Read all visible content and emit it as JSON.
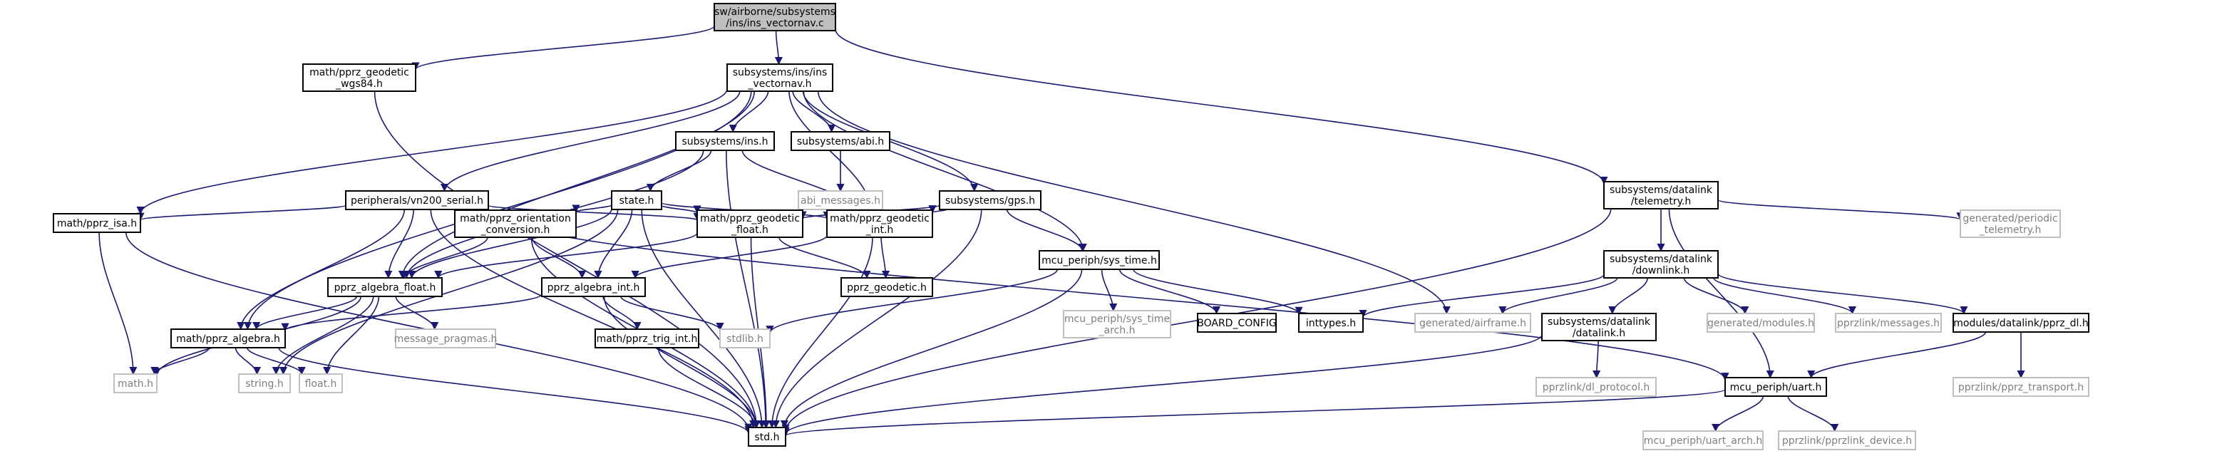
{
  "colors": {
    "edge": "#191970",
    "node_border": "#000000",
    "missing_border": "#bfbfbf",
    "missing_text": "#7f7f7f",
    "root_fill": "#bfbfbf",
    "node_fill": "#ffffff",
    "text": "#000000"
  },
  "nodes": [
    {
      "id": "ins_vectornav_c",
      "lines": [
        "sw/airborne/subsystems",
        "/ins/ins_vectornav.c"
      ],
      "kind": "root"
    },
    {
      "id": "pprz_geodetic_wgs84_h",
      "lines": [
        "math/pprz_geodetic",
        "_wgs84.h"
      ],
      "kind": "normal"
    },
    {
      "id": "ins_vectornav_h",
      "lines": [
        "subsystems/ins/ins",
        "_vectornav.h"
      ],
      "kind": "normal"
    },
    {
      "id": "datalink_telemetry_h",
      "lines": [
        "subsystems/datalink",
        "/telemetry.h"
      ],
      "kind": "normal"
    },
    {
      "id": "subsystems_ins_h",
      "lines": [
        "subsystems/ins.h"
      ],
      "kind": "normal"
    },
    {
      "id": "subsystems_abi_h",
      "lines": [
        "subsystems/abi.h"
      ],
      "kind": "normal"
    },
    {
      "id": "abi_messages_h",
      "lines": [
        "abi_messages.h"
      ],
      "kind": "missing"
    },
    {
      "id": "vn200_serial_h",
      "lines": [
        "peripherals/vn200_serial.h"
      ],
      "kind": "normal"
    },
    {
      "id": "state_h",
      "lines": [
        "state.h"
      ],
      "kind": "normal"
    },
    {
      "id": "subsystems_gps_h",
      "lines": [
        "subsystems/gps.h"
      ],
      "kind": "normal"
    },
    {
      "id": "pprz_isa_h",
      "lines": [
        "math/pprz_isa.h"
      ],
      "kind": "normal"
    },
    {
      "id": "orientation_conversion_h",
      "lines": [
        "math/pprz_orientation",
        "_conversion.h"
      ],
      "kind": "normal"
    },
    {
      "id": "geodetic_float_h",
      "lines": [
        "math/pprz_geodetic",
        "_float.h"
      ],
      "kind": "normal"
    },
    {
      "id": "geodetic_int_h",
      "lines": [
        "math/pprz_geodetic",
        "_int.h"
      ],
      "kind": "normal"
    },
    {
      "id": "sys_time_h",
      "lines": [
        "mcu_periph/sys_time.h"
      ],
      "kind": "normal"
    },
    {
      "id": "algebra_float_h",
      "lines": [
        "pprz_algebra_float.h"
      ],
      "kind": "normal"
    },
    {
      "id": "algebra_int_h",
      "lines": [
        "pprz_algebra_int.h"
      ],
      "kind": "normal"
    },
    {
      "id": "pprz_geodetic_h",
      "lines": [
        "pprz_geodetic.h"
      ],
      "kind": "normal"
    },
    {
      "id": "sys_time_arch_h",
      "lines": [
        "mcu_periph/sys_time",
        "_arch.h"
      ],
      "kind": "missing"
    },
    {
      "id": "board_config",
      "lines": [
        "BOARD_CONFIG"
      ],
      "kind": "normal"
    },
    {
      "id": "inttypes_h",
      "lines": [
        "inttypes.h"
      ],
      "kind": "normal"
    },
    {
      "id": "math_pprz_algebra_h",
      "lines": [
        "math/pprz_algebra.h"
      ],
      "kind": "normal"
    },
    {
      "id": "message_pragmas_h",
      "lines": [
        "message_pragmas.h"
      ],
      "kind": "missing"
    },
    {
      "id": "pprz_trig_int_h",
      "lines": [
        "math/pprz_trig_int.h"
      ],
      "kind": "normal"
    },
    {
      "id": "stdlib_h",
      "lines": [
        "stdlib.h"
      ],
      "kind": "missing"
    },
    {
      "id": "math_h",
      "lines": [
        "math.h"
      ],
      "kind": "missing"
    },
    {
      "id": "string_h",
      "lines": [
        "string.h"
      ],
      "kind": "missing"
    },
    {
      "id": "float_h",
      "lines": [
        "float.h"
      ],
      "kind": "missing"
    },
    {
      "id": "std_h",
      "lines": [
        "std.h"
      ],
      "kind": "normal"
    },
    {
      "id": "downlink_h",
      "lines": [
        "subsystems/datalink",
        "/downlink.h"
      ],
      "kind": "normal"
    },
    {
      "id": "generated_airframe_h",
      "lines": [
        "generated/airframe.h"
      ],
      "kind": "missing"
    },
    {
      "id": "datalink_datalink_h",
      "lines": [
        "subsystems/datalink",
        "/datalink.h"
      ],
      "kind": "normal"
    },
    {
      "id": "generated_modules_h",
      "lines": [
        "generated/modules.h"
      ],
      "kind": "missing"
    },
    {
      "id": "pprzlink_messages_h",
      "lines": [
        "pprzlink/messages.h"
      ],
      "kind": "missing"
    },
    {
      "id": "pprz_dl_h",
      "lines": [
        "modules/datalink/pprz_dl.h"
      ],
      "kind": "normal"
    },
    {
      "id": "periodic_telemetry_h",
      "lines": [
        "generated/periodic",
        "_telemetry.h"
      ],
      "kind": "missing"
    },
    {
      "id": "dl_protocol_h",
      "lines": [
        "pprzlink/dl_protocol.h"
      ],
      "kind": "missing"
    },
    {
      "id": "pprz_transport_h",
      "lines": [
        "pprzlink/pprz_transport.h"
      ],
      "kind": "missing"
    },
    {
      "id": "uart_h",
      "lines": [
        "mcu_periph/uart.h"
      ],
      "kind": "normal"
    },
    {
      "id": "uart_arch_h",
      "lines": [
        "mcu_periph/uart_arch.h"
      ],
      "kind": "missing"
    },
    {
      "id": "pprzlink_device_h",
      "lines": [
        "pprzlink/pprzlink_device.h"
      ],
      "kind": "missing"
    }
  ],
  "edges": [
    [
      "ins_vectornav_c",
      "pprz_geodetic_wgs84_h"
    ],
    [
      "ins_vectornav_c",
      "ins_vectornav_h"
    ],
    [
      "ins_vectornav_c",
      "datalink_telemetry_h"
    ],
    [
      "pprz_geodetic_wgs84_h",
      "std_h"
    ],
    [
      "ins_vectornav_h",
      "subsystems_ins_h"
    ],
    [
      "ins_vectornav_h",
      "subsystems_abi_h"
    ],
    [
      "ins_vectornav_h",
      "vn200_serial_h"
    ],
    [
      "ins_vectornav_h",
      "subsystems_gps_h"
    ],
    [
      "ins_vectornav_h",
      "pprz_isa_h"
    ],
    [
      "ins_vectornav_h",
      "algebra_float_h"
    ],
    [
      "ins_vectornav_h",
      "math_pprz_algebra_h"
    ],
    [
      "ins_vectornav_h",
      "geodetic_int_h"
    ],
    [
      "ins_vectornav_h",
      "sys_time_h"
    ],
    [
      "ins_vectornav_h",
      "generated_airframe_h"
    ],
    [
      "subsystems_ins_h",
      "state_h"
    ],
    [
      "subsystems_ins_h",
      "algebra_float_h"
    ],
    [
      "subsystems_ins_h",
      "geodetic_int_h"
    ],
    [
      "subsystems_ins_h",
      "std_h"
    ],
    [
      "subsystems_abi_h",
      "abi_messages_h"
    ],
    [
      "vn200_serial_h",
      "pprz_isa_h"
    ],
    [
      "vn200_serial_h",
      "algebra_float_h"
    ],
    [
      "vn200_serial_h",
      "math_pprz_algebra_h"
    ],
    [
      "vn200_serial_h",
      "geodetic_float_h"
    ],
    [
      "vn200_serial_h",
      "uart_h"
    ],
    [
      "vn200_serial_h",
      "std_h"
    ],
    [
      "state_h",
      "orientation_conversion_h"
    ],
    [
      "state_h",
      "geodetic_float_h"
    ],
    [
      "state_h",
      "geodetic_int_h"
    ],
    [
      "state_h",
      "algebra_float_h"
    ],
    [
      "state_h",
      "algebra_int_h"
    ],
    [
      "state_h",
      "string_h"
    ],
    [
      "state_h",
      "std_h"
    ],
    [
      "subsystems_gps_h",
      "geodetic_float_h"
    ],
    [
      "subsystems_gps_h",
      "geodetic_int_h"
    ],
    [
      "subsystems_gps_h",
      "sys_time_h"
    ],
    [
      "subsystems_gps_h",
      "std_h"
    ],
    [
      "pprz_isa_h",
      "math_h"
    ],
    [
      "pprz_isa_h",
      "std_h"
    ],
    [
      "orientation_conversion_h",
      "algebra_float_h"
    ],
    [
      "orientation_conversion_h",
      "algebra_int_h"
    ],
    [
      "orientation_conversion_h",
      "std_h"
    ],
    [
      "geodetic_float_h",
      "algebra_float_h"
    ],
    [
      "geodetic_float_h",
      "pprz_geodetic_h"
    ],
    [
      "geodetic_float_h",
      "std_h"
    ],
    [
      "geodetic_int_h",
      "algebra_int_h"
    ],
    [
      "geodetic_int_h",
      "pprz_geodetic_h"
    ],
    [
      "geodetic_int_h",
      "std_h"
    ],
    [
      "sys_time_h",
      "sys_time_arch_h"
    ],
    [
      "sys_time_h",
      "board_config"
    ],
    [
      "sys_time_h",
      "inttypes_h"
    ],
    [
      "sys_time_h",
      "stdlib_h"
    ],
    [
      "sys_time_h",
      "std_h"
    ],
    [
      "algebra_float_h",
      "math_pprz_algebra_h"
    ],
    [
      "algebra_float_h",
      "message_pragmas_h"
    ],
    [
      "algebra_float_h",
      "math_h"
    ],
    [
      "algebra_float_h",
      "float_h"
    ],
    [
      "algebra_float_h",
      "string_h"
    ],
    [
      "algebra_int_h",
      "math_pprz_algebra_h"
    ],
    [
      "algebra_int_h",
      "pprz_trig_int_h"
    ],
    [
      "algebra_int_h",
      "stdlib_h"
    ],
    [
      "algebra_int_h",
      "std_h"
    ],
    [
      "math_pprz_algebra_h",
      "math_h"
    ],
    [
      "math_pprz_algebra_h",
      "float_h"
    ],
    [
      "math_pprz_algebra_h",
      "string_h"
    ],
    [
      "math_pprz_algebra_h",
      "std_h"
    ],
    [
      "pprz_trig_int_h",
      "std_h"
    ],
    [
      "datalink_telemetry_h",
      "downlink_h"
    ],
    [
      "datalink_telemetry_h",
      "periodic_telemetry_h"
    ],
    [
      "datalink_telemetry_h",
      "uart_h"
    ],
    [
      "datalink_telemetry_h",
      "std_h"
    ],
    [
      "downlink_h",
      "inttypes_h"
    ],
    [
      "downlink_h",
      "generated_airframe_h"
    ],
    [
      "downlink_h",
      "datalink_datalink_h"
    ],
    [
      "downlink_h",
      "generated_modules_h"
    ],
    [
      "downlink_h",
      "pprzlink_messages_h"
    ],
    [
      "downlink_h",
      "pprz_dl_h"
    ],
    [
      "datalink_datalink_h",
      "dl_protocol_h"
    ],
    [
      "datalink_datalink_h",
      "std_h"
    ],
    [
      "pprz_dl_h",
      "pprz_transport_h"
    ],
    [
      "pprz_dl_h",
      "uart_h"
    ],
    [
      "uart_h",
      "uart_arch_h"
    ],
    [
      "uart_h",
      "pprzlink_device_h"
    ],
    [
      "uart_h",
      "std_h"
    ]
  ]
}
